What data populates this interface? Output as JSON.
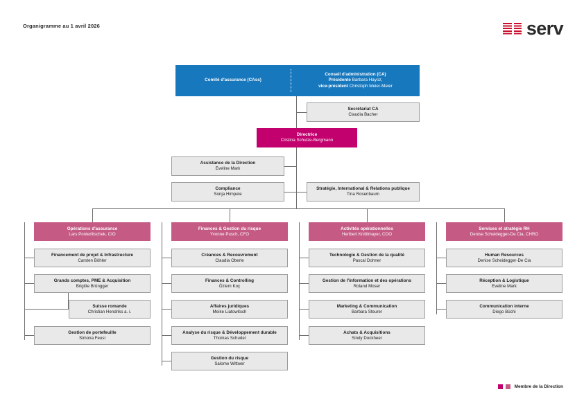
{
  "document": {
    "title": "Organigramme au 1 avril 2026",
    "logo_word": "serv",
    "logo_icon": "serv-striped-blocks"
  },
  "colors": {
    "board_blue": "#1878be",
    "direction_magenta": "#c2006e",
    "department_pink": "#c55b84",
    "box_grey": "#e9e9e9",
    "logo_red": "#c8102e"
  },
  "top": {
    "committee": {
      "title": "Comité d'assurance (CAss)"
    },
    "board": {
      "title": "Conseil d'administration (CA)",
      "role1_label": "Présidente",
      "role1_name": "Barbara Hayoz,",
      "role2_label": "vice-président",
      "role2_name": "Christoph Meier-Meier"
    },
    "secretariat": {
      "title": "Secrétariat CA",
      "name": "Claudia Bacher"
    }
  },
  "direction": {
    "title": "Directrice",
    "name": "Cristina Schulze-Bergmann"
  },
  "staff": [
    {
      "title": "Assistance de la Direction",
      "name": "Eveline Mark"
    },
    {
      "title": "Compliance",
      "name": "Sonja Himpele"
    },
    {
      "title": "Stratégie, International & Relations publique",
      "name": "Tina Rosenbaum"
    }
  ],
  "departments": [
    {
      "title": "Opérations d'assurance",
      "name": "Lars Ponterlitschek, CIO",
      "units": [
        {
          "title": "Financement de projet & Infrastructure",
          "name": "Carsten Böhler"
        },
        {
          "title": "Grands comptes, PME & Acquisition",
          "name": "Brigitte Brüngger"
        },
        {
          "title": "Suisse romande",
          "name": "Christian Hendriks a. i."
        },
        {
          "title": "Gestion de portefeuille",
          "name": "Simona Feusi"
        }
      ]
    },
    {
      "title": "Finances & Gestion du risque",
      "name": "Yvonne Pusch, CFO",
      "units": [
        {
          "title": "Créances & Recouvrement",
          "name": "Claudia Oberle"
        },
        {
          "title": "Finances & Controlling",
          "name": "Özlem Koç"
        },
        {
          "title": "Affaires juridiques",
          "name": "Meike Liatowitsch"
        },
        {
          "title": "Analyse du risque & Développement durable",
          "name": "Thomas Schudel"
        },
        {
          "title": "Gestion du risque",
          "name": "Salome Wittwer"
        }
      ]
    },
    {
      "title": "Activités opérationnelles",
      "name": "Heribert Knittlmayer, COO",
      "units": [
        {
          "title": "Technologie & Gestion de la qualité",
          "name": "Pascal Dohner"
        },
        {
          "title": "Gestion de l'information et des opérations",
          "name": "Roland Moser"
        },
        {
          "title": "Marketing & Communication",
          "name": "Barbara Steurer"
        },
        {
          "title": "Achats & Acquisitions",
          "name": "Sindy Dockheer"
        }
      ]
    },
    {
      "title": "Services et stratégie RH",
      "name": "Denise Scheidegger-De Cia, CHRO",
      "units": [
        {
          "title": "Human Resources",
          "name": "Denise Scheidegger-De Cia"
        },
        {
          "title": "Réception & Logistique",
          "name": "Eveline Mark"
        },
        {
          "title": "Communication interne",
          "name": "Diego Büchi"
        }
      ]
    }
  ],
  "legend": {
    "label": "Membre de la Direction"
  }
}
